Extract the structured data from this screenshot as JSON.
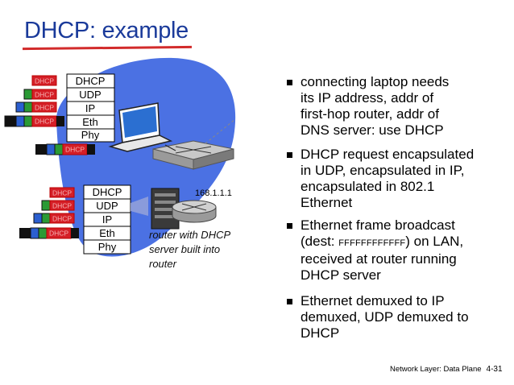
{
  "title": "DHCP: example",
  "stack_top": [
    "DHCP",
    "UDP",
    "IP",
    "Eth",
    "Phy"
  ],
  "stack_bottom": [
    "DHCP",
    "UDP",
    "IP",
    "Eth",
    "Phy"
  ],
  "packet_label": "DHCP",
  "router_ip": "168.1.1.1",
  "router_caption": [
    "router with DHCP",
    "server built into",
    "router"
  ],
  "bullets": [
    {
      "lines": [
        "connecting laptop needs",
        "its IP address, addr of",
        "first-hop router, addr of",
        "DNS server: use DHCP"
      ]
    },
    {
      "lines": [
        "DHCP request encapsulated",
        "in UDP, encapsulated in IP,",
        "encapsulated in 802.1",
        "Ethernet"
      ]
    },
    {
      "pre": "Ethernet frame broadcast",
      "line2_start": "(dest: ",
      "mac": "FFFFFFFFFFFF",
      "line2_end": ") on LAN,",
      "rest": [
        "received at router running",
        "DHCP server"
      ]
    },
    {
      "lines": [
        "Ethernet demuxed to IP",
        "demuxed, UDP demuxed to",
        "DHCP"
      ]
    }
  ],
  "footer": {
    "label": "Network Layer: Data Plane",
    "page": "4-31"
  },
  "colors": {
    "title": "#1a3a9a",
    "underline": "#d22b2b",
    "blob": "#4169e1",
    "packet_fill": "#d51f27",
    "router_body": "#b0b0b0",
    "laptop_screen": "#2b6fd1"
  }
}
